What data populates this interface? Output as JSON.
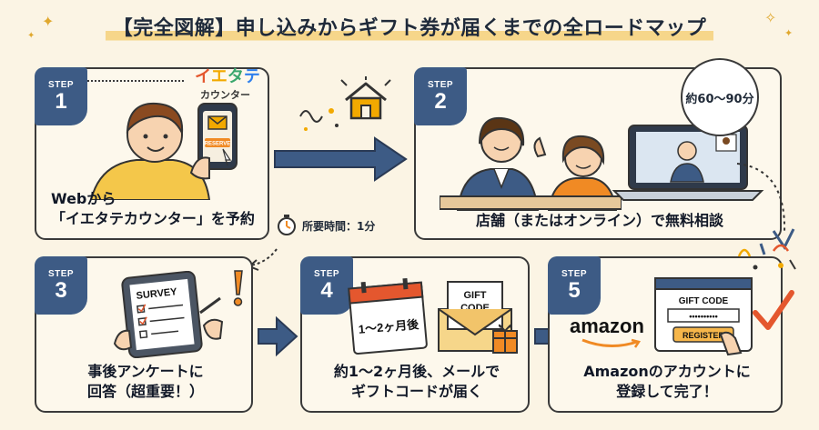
{
  "title": "【完全図解】申し込みからギフト券が届くまでの全ロードマップ",
  "step_label": "STEP",
  "steps": [
    {
      "num": "1",
      "caption_line1": "Webから",
      "caption_line2": "「イエタテカウンター」を予約"
    },
    {
      "num": "2",
      "caption": "店舗（またはオンライン）で無料相談"
    },
    {
      "num": "3",
      "caption_line1": "事後アンケートに",
      "caption_line2": "回答（超重要！）"
    },
    {
      "num": "4",
      "caption_line1": "約1〜2ヶ月後、メールで",
      "caption_line2": "ギフトコードが届く"
    },
    {
      "num": "5",
      "caption_line1": "Amazonのアカウントに",
      "caption_line2": "登録して完了！"
    }
  ],
  "brand": {
    "chars": [
      "イ",
      "エ",
      "タ",
      "テ"
    ],
    "colors": [
      "#e4572e",
      "#f2a900",
      "#3aa76d",
      "#2f80ed"
    ],
    "sub": "カウンター"
  },
  "phone_label": "RESERVE",
  "duration_badge": "約60〜90分",
  "timer_text": "所要時間：1分",
  "survey_label": "SURVEY",
  "calendar_text": "1〜2ヶ月後",
  "envelope_label_1": "GIFT",
  "envelope_label_2": "CODE",
  "amazon_logo": "amazon",
  "gift_card": {
    "title": "GIFT CODE",
    "code": "••••••••••",
    "button": "REGISTER"
  },
  "colors": {
    "accent": "#3d5b85",
    "highlight": "#f6d68a",
    "orange": "#f08a24",
    "background": "#fbf4e4"
  }
}
